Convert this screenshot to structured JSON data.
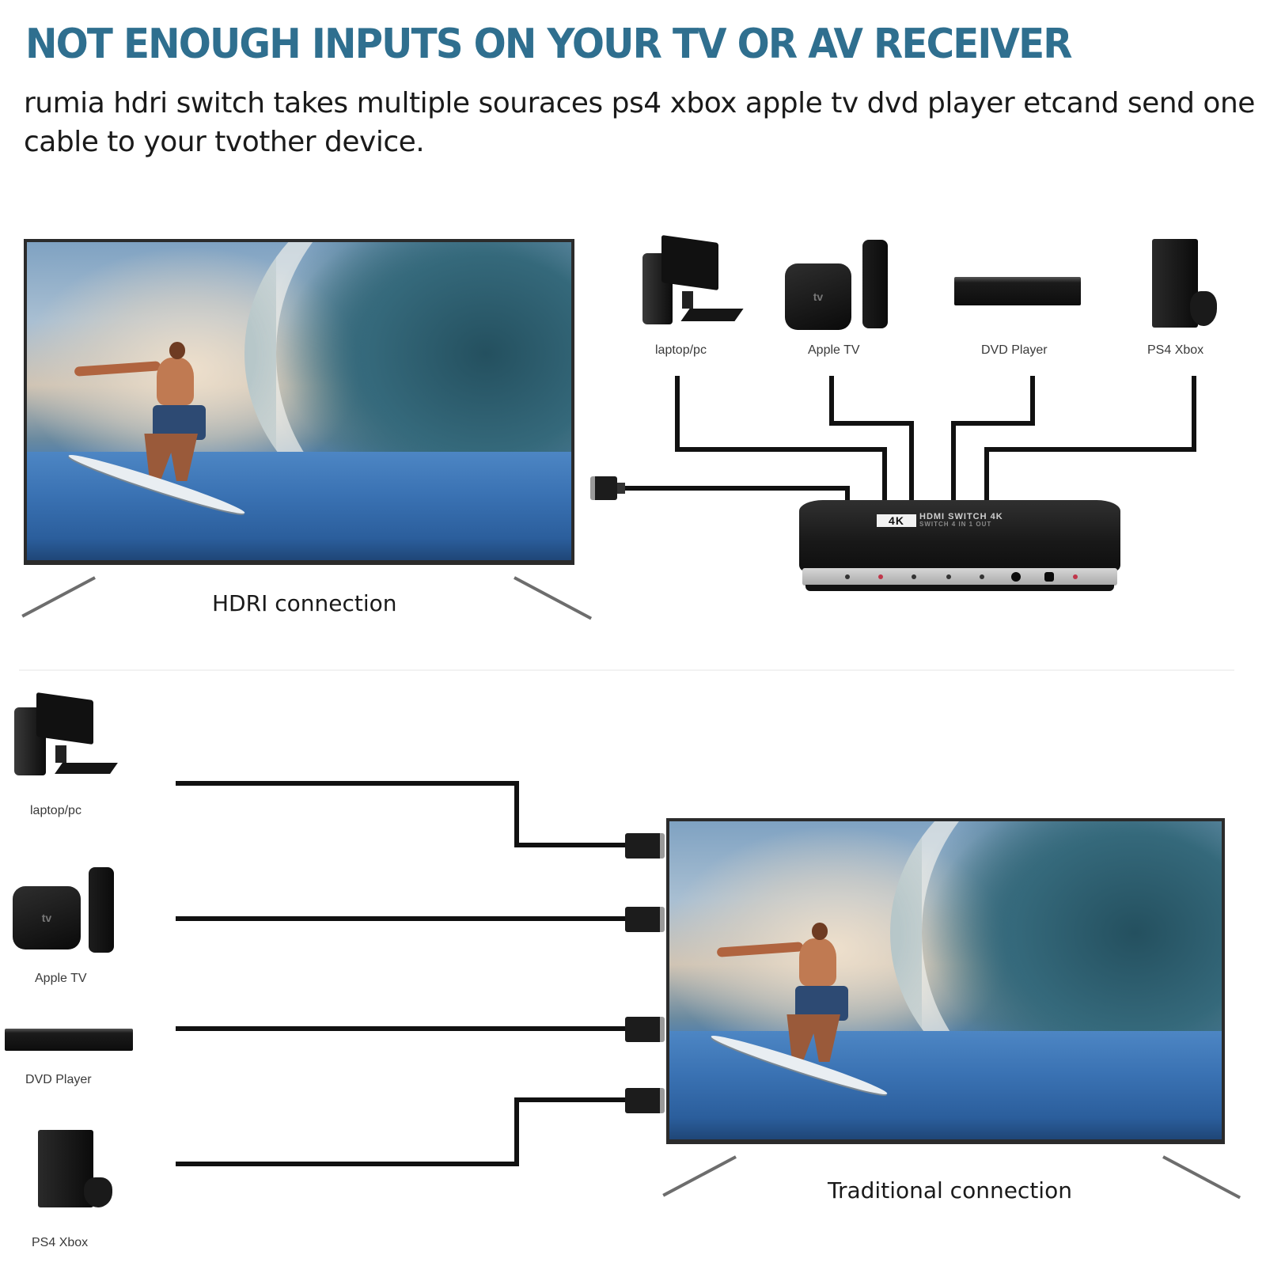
{
  "header": {
    "title": "NOT ENOUGH INPUTS ON YOUR TV OR AV RECEIVER",
    "subtitle": "rumia hdri switch takes multiple souraces ps4 xbox apple tv dvd player etcand send one cable to your tvother device."
  },
  "colors": {
    "title": "#2f6f8f",
    "text": "#1a1a1a",
    "cable": "#111111",
    "switch_red_led": "#c0364a"
  },
  "hdmi_section": {
    "caption": "HDRI connection",
    "devices": [
      {
        "icon": "desktop-pc-icon",
        "label": "laptop/pc"
      },
      {
        "icon": "apple-tv-icon",
        "label": "Apple TV"
      },
      {
        "icon": "dvd-player-icon",
        "label": "DVD Player"
      },
      {
        "icon": "xbox-console-icon",
        "label": "PS4 Xbox"
      }
    ],
    "switch": {
      "badge": "4K",
      "label_line1": "HDMI SWITCH 4K",
      "label_line2": "SWITCH 4 IN 1 OUT"
    }
  },
  "traditional_section": {
    "caption": "Traditional connection",
    "devices": [
      {
        "icon": "desktop-pc-icon",
        "label": "laptop/pc"
      },
      {
        "icon": "apple-tv-icon",
        "label": "Apple TV"
      },
      {
        "icon": "dvd-player-icon",
        "label": "DVD Player"
      },
      {
        "icon": "xbox-console-icon",
        "label": "PS4 Xbox"
      }
    ]
  },
  "apple_tv_logo_text": "tv"
}
